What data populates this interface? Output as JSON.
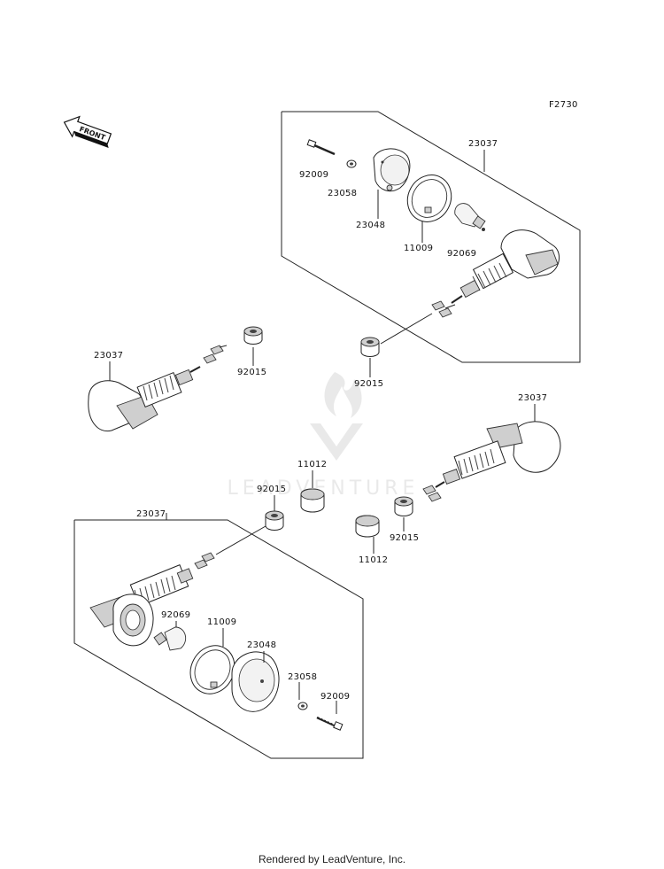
{
  "diagram_code": "F2730",
  "front_label": "FRONT",
  "watermark_text": "LEADVENTURE",
  "footer": "Rendered by LeadVenture, Inc.",
  "labels": {
    "top_group": "23037",
    "top_bolt": "92009",
    "top_nut": "23058",
    "top_lens": "23048",
    "top_gasket": "11009",
    "top_bulb": "92069",
    "top_bushing": "92015",
    "left_signal": "23037",
    "left_bushing": "92015",
    "right_signal": "23037",
    "mid_bushing": "92015",
    "mid_spacer": "11012",
    "right_bushing": "92015",
    "right_spacer": "11012",
    "bottom_group": "23037",
    "bottom_bulb": "92069",
    "bottom_gasket": "11009",
    "bottom_lens": "23048",
    "bottom_nut": "23058",
    "bottom_bolt": "92009"
  }
}
